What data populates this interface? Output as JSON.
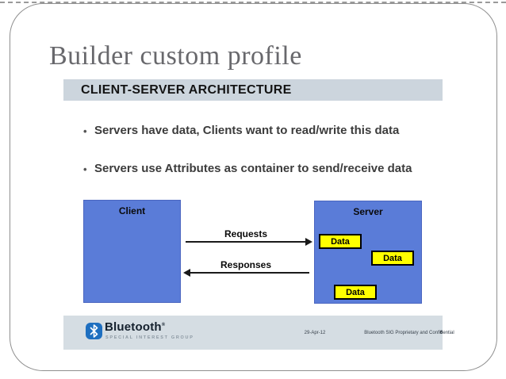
{
  "slide": {
    "title": "Builder custom profile",
    "header": "CLIENT-SERVER ARCHITECTURE",
    "bullet_char": "•",
    "bullets": [
      "Servers have data, Clients want to read/write this data",
      "Servers use Attributes as container to send/receive data"
    ],
    "diagram": {
      "client_label": "Client",
      "server_label": "Server",
      "requests_label": "Requests",
      "responses_label": "Responses",
      "data_boxes": [
        "Data",
        "Data",
        "Data"
      ]
    },
    "footer": {
      "logo_text": "Bluetooth",
      "logo_trademark": "®",
      "logo_subtext": "SPECIAL INTEREST GROUP",
      "date": "29-Apr-12",
      "confidential": "Bluetooth SIG Proprietary and Confidential",
      "page_number": "6"
    },
    "colors": {
      "node_blue": "#5a7cd8",
      "data_yellow": "#ffff00",
      "header_bg": "#ccd5dd",
      "footer_bg": "#d5dde3",
      "bluetooth_blue": "#1e6fc0",
      "title_gray": "#68686c"
    }
  }
}
